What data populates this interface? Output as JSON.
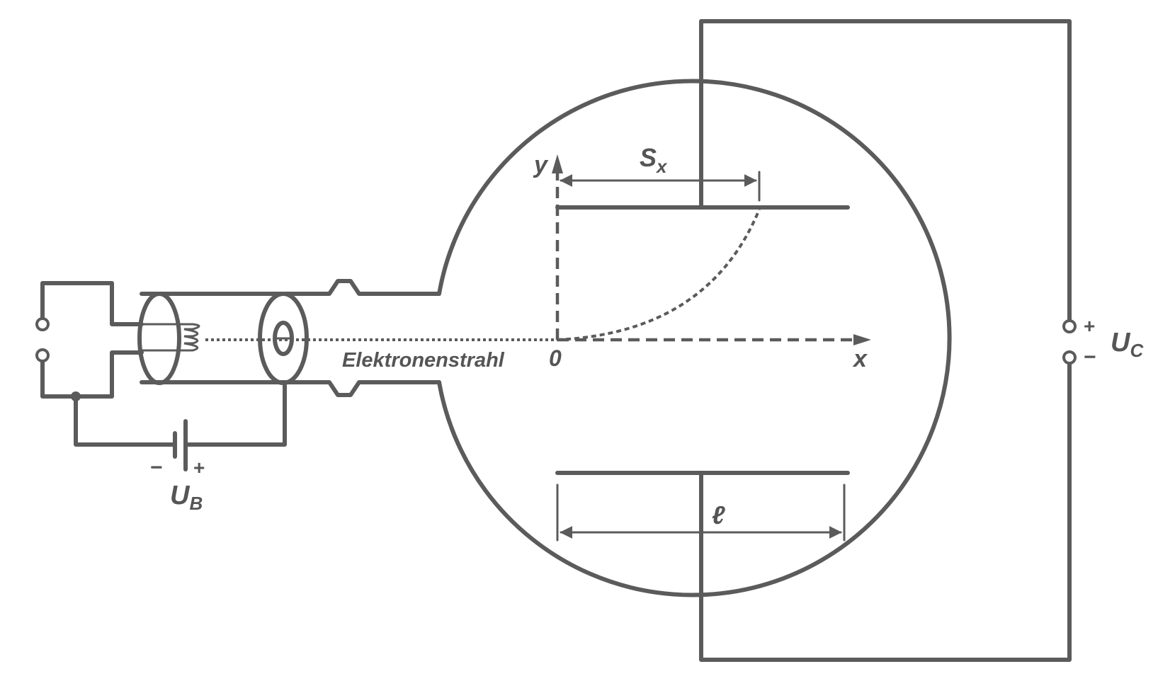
{
  "labels": {
    "beam": "Elektronenstrahl",
    "origin": "0",
    "x_axis": "x",
    "y_axis": "y",
    "deflection_main": "S",
    "deflection_sub": "x",
    "plate_length": "ℓ",
    "battery_voltage_main": "U",
    "battery_voltage_sub": "B",
    "capacitor_voltage_main": "U",
    "capacitor_voltage_sub": "C",
    "plus": "+",
    "minus": "−"
  },
  "colors": {
    "line": "#5b5b5b",
    "text": "#555555",
    "background": "#ffffff"
  }
}
